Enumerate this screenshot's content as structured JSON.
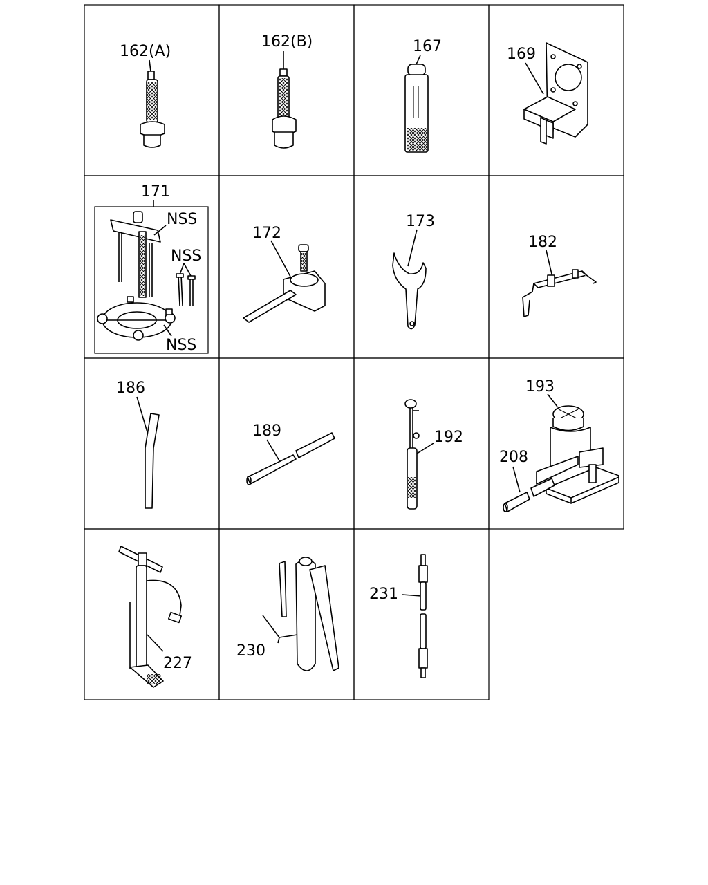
{
  "callouts": {
    "c162a": "162(A)",
    "c162b": "162(B)",
    "c167": "167",
    "c169": "169",
    "c171": "171",
    "nss1": "NSS",
    "nss2": "NSS",
    "nss3": "NSS",
    "c172": "172",
    "c173": "173",
    "c182": "182",
    "c186": "186",
    "c189": "189",
    "c192": "192",
    "c193": "193",
    "c208": "208",
    "c227": "227",
    "c230": "230",
    "c231": "231"
  },
  "colors": {
    "line": "#000000",
    "background": "#ffffff"
  }
}
